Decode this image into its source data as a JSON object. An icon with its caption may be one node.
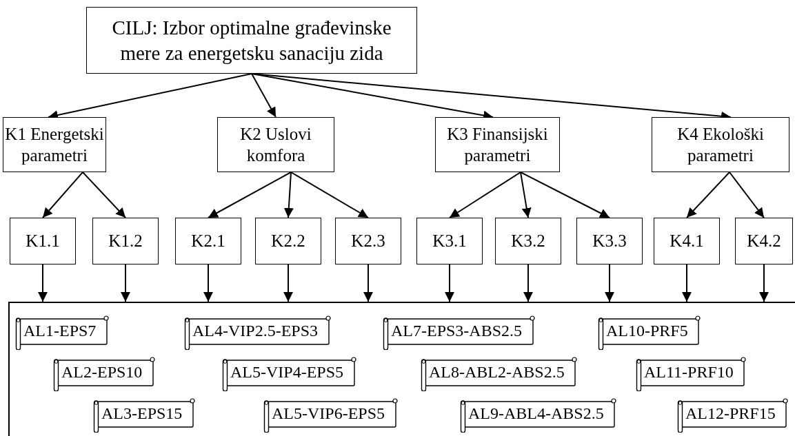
{
  "diagram": {
    "nodes": [
      {
        "text": [
          "CILJ: Izbor optimalne građevinske mere za energetsku sanaciju zida"
        ]
      },
      {
        "text": [
          "K1 Energetski parametri"
        ]
      },
      {
        "text": [
          "K2 Uslovi komfora"
        ]
      },
      {
        "text": [
          "K3 Finansijski parametri"
        ]
      },
      {
        "text": [
          "K4 Ekološki parametri"
        ]
      },
      {
        "text": [
          "K1.1"
        ]
      },
      {
        "text": [
          "K1.2"
        ]
      },
      {
        "text": [
          "K2.1"
        ]
      },
      {
        "text": [
          "K2.2"
        ]
      },
      {
        "text": [
          "K2.3"
        ]
      },
      {
        "text": [
          "K3.1"
        ]
      },
      {
        "text": [
          "K3.2"
        ]
      },
      {
        "text": [
          "K3.3"
        ]
      },
      {
        "text": [
          "K4.1"
        ]
      },
      {
        "text": [
          "K4.2"
        ]
      },
      {
        "text": [],
        "shape": "box"
      },
      {
        "text": [
          "AL1-EPS7"
        ],
        "in": 15
      },
      {
        "text": [
          "AL4-VIP2.5-EPS3"
        ],
        "in": 15
      },
      {
        "text": [
          "AL7-EPS3-ABS2.5"
        ],
        "in": 15
      },
      {
        "text": [
          "AL10-PRF5"
        ],
        "in": 15
      },
      {
        "text": [
          "AL2-EPS10"
        ],
        "in": 15
      },
      {
        "text": [
          "AL5-VIP4-EPS5"
        ],
        "in": 15
      },
      {
        "text": [
          "AL8-ABL2-ABS2.5"
        ],
        "in": 15
      },
      {
        "text": [
          "AL11-PRF10"
        ],
        "in": 15
      },
      {
        "text": [
          "AL3-EPS15"
        ],
        "in": 15
      },
      {
        "text": [
          "AL5-VIP6-EPS5"
        ],
        "in": 15
      },
      {
        "text": [
          "AL9-ABL4-ABS2.5"
        ],
        "in": 15
      },
      {
        "text": [
          "AL12-PRF15"
        ],
        "in": 15
      }
    ],
    "edges": [
      {
        "from": 0,
        "to": 1,
        "arrow": "to"
      },
      {
        "from": 0,
        "to": 2,
        "arrow": "to"
      },
      {
        "from": 0,
        "to": 3,
        "arrow": "to"
      },
      {
        "from": 0,
        "to": 4,
        "arrow": "to"
      },
      {
        "from": 1,
        "to": 5,
        "arrow": "to"
      },
      {
        "from": 1,
        "to": 6,
        "arrow": "to"
      },
      {
        "from": 2,
        "to": 7,
        "arrow": "to"
      },
      {
        "from": 2,
        "to": 8,
        "arrow": "to"
      },
      {
        "from": 2,
        "to": 9,
        "arrow": "to"
      },
      {
        "from": 3,
        "to": 10,
        "arrow": "to"
      },
      {
        "from": 3,
        "to": 11,
        "arrow": "to"
      },
      {
        "from": 3,
        "to": 12,
        "arrow": "to"
      },
      {
        "from": 4,
        "to": 13,
        "arrow": "to"
      },
      {
        "from": 4,
        "to": 14,
        "arrow": "to"
      },
      {
        "from": 5,
        "to": 15,
        "arrow": "to"
      },
      {
        "from": 6,
        "to": 15,
        "arrow": "to"
      },
      {
        "from": 7,
        "to": 15,
        "arrow": "to"
      },
      {
        "from": 8,
        "to": 15,
        "arrow": "to"
      },
      {
        "from": 9,
        "to": 15,
        "arrow": "to"
      },
      {
        "from": 10,
        "to": 15,
        "arrow": "to"
      },
      {
        "from": 11,
        "to": 15,
        "arrow": "to"
      },
      {
        "from": 12,
        "to": 15,
        "arrow": "to"
      },
      {
        "from": 13,
        "to": 15,
        "arrow": "to"
      },
      {
        "from": 14,
        "to": 15,
        "arrow": "to"
      }
    ]
  }
}
